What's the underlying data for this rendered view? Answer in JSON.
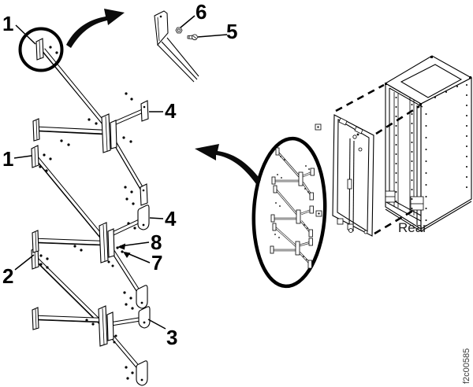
{
  "figure": {
    "callouts": {
      "part1_top": "1",
      "part1_mid": "1",
      "part2": "2",
      "part3": "3",
      "part4_upper": "4",
      "part4_lower": "4",
      "part5": "5",
      "part6": "6",
      "part7": "7",
      "part8": "8"
    },
    "labels": {
      "rear": "Rear",
      "figure_id": "f2c00585"
    },
    "colors": {
      "line": "#000000",
      "background": "#ffffff"
    }
  }
}
